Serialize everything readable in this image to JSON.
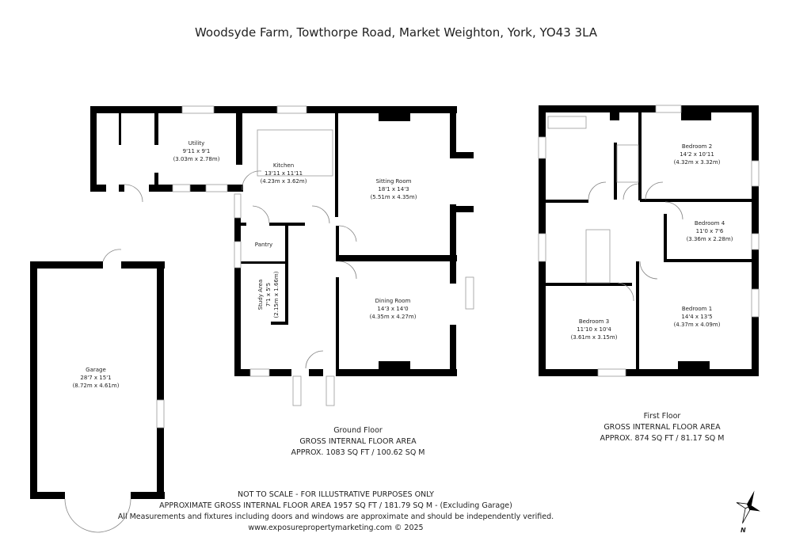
{
  "title": "Woodsyde Farm, Towthorpe Road, Market Weighton, York, YO43 3LA",
  "ground_floor": {
    "rooms": [
      {
        "name": "Utility",
        "imperial": "9'11 x 9'1",
        "metric": "(3.03m x 2.78m)"
      },
      {
        "name": "Kitchen",
        "imperial": "13'11 x 11'11",
        "metric": "(4.23m x 3.62m)"
      },
      {
        "name": "Sitting Room",
        "imperial": "18'1 x 14'3",
        "metric": "(5.51m x 4.35m)"
      },
      {
        "name": "Pantry"
      },
      {
        "name": "Study Area",
        "imperial": "7'1 x 5'5",
        "metric": "(2.15m x 1.66m)"
      },
      {
        "name": "Dining Room",
        "imperial": "14'3 x 14'0",
        "metric": "(4.35m x 4.27m)"
      },
      {
        "name": "Garage",
        "imperial": "28'7 x 15'1",
        "metric": "(8.72m x 4.61m)"
      }
    ],
    "label": "Ground Floor",
    "area_title": "GROSS INTERNAL FLOOR AREA",
    "area": "APPROX. 1083 SQ FT / 100.62 SQ M"
  },
  "first_floor": {
    "rooms": [
      {
        "name": "Bedroom 2",
        "imperial": "14'2 x 10'11",
        "metric": "(4.32m x 3.32m)"
      },
      {
        "name": "Bedroom 4",
        "imperial": "11'0 x 7'6",
        "metric": "(3.36m x 2.28m)"
      },
      {
        "name": "Bedroom 3",
        "imperial": "11'10 x 10'4",
        "metric": "(3.61m x 3.15m)"
      },
      {
        "name": "Bedroom 1",
        "imperial": "14'4 x 13'5",
        "metric": "(4.37m x 4.09m)"
      }
    ],
    "label": "First Floor",
    "area_title": "GROSS INTERNAL FLOOR AREA",
    "area": "APPROX. 874 SQ FT / 81.17 SQ M"
  },
  "footer": {
    "line1": "NOT TO SCALE - FOR ILLUSTRATIVE PURPOSES ONLY",
    "line2": "APPROXIMATE GROSS INTERNAL FLOOR AREA 1957 SQ FT / 181.79 SQ M - (Excluding Garage)",
    "line3": "All Measurements and fixtures including doors and windows are approximate and should be independently verified.",
    "line4": "www.exposurepropertymarketing.com © 2025"
  },
  "compass": {
    "label": "N",
    "icon": "compass-rose-icon"
  }
}
